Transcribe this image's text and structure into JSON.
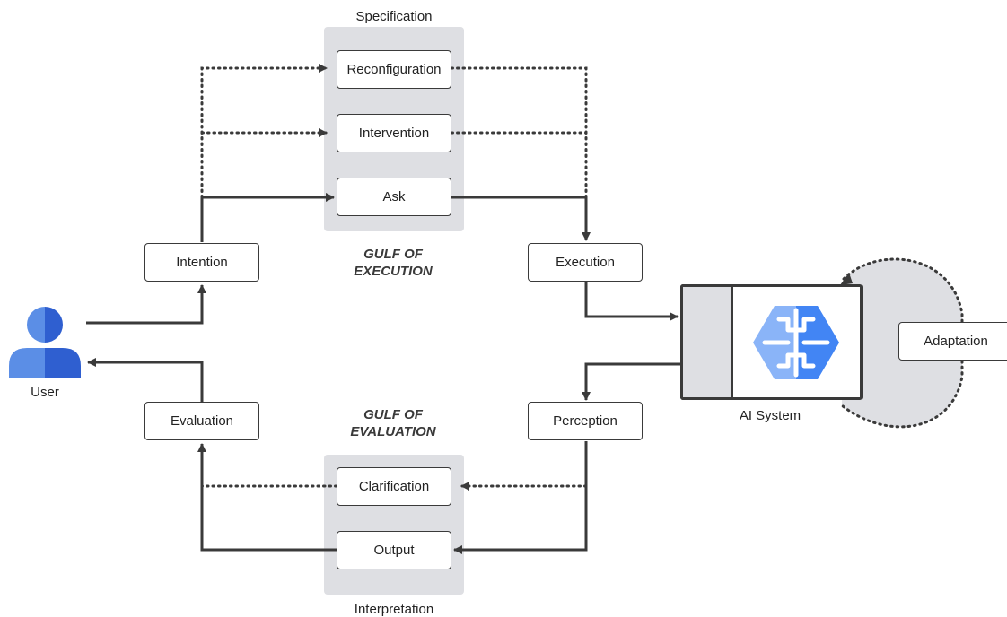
{
  "colors": {
    "line": "#3a3a3a",
    "panel": "#dedfe3",
    "user_icon_light": "#5b8ee6",
    "user_icon_dark": "#2f5fd0",
    "brain_light": "#8ab4f8",
    "brain_dark": "#4285f4"
  },
  "user": {
    "label": "User",
    "icon": "person-icon"
  },
  "panels": {
    "specification": "Specification",
    "interpretation": "Interpretation"
  },
  "boxes": {
    "reconfiguration": "Reconfiguration",
    "intervention": "Intervention",
    "ask": "Ask",
    "intention": "Intention",
    "execution": "Execution",
    "evaluation": "Evaluation",
    "perception": "Perception",
    "clarification": "Clarification",
    "output": "Output",
    "adaptation": "Adaptation"
  },
  "gulfs": {
    "execution": [
      "GULF OF",
      "EXECUTION"
    ],
    "evaluation": [
      "GULF OF",
      "EVALUATION"
    ]
  },
  "ai_system": {
    "label": "AI System",
    "icon": "brain-icon"
  }
}
